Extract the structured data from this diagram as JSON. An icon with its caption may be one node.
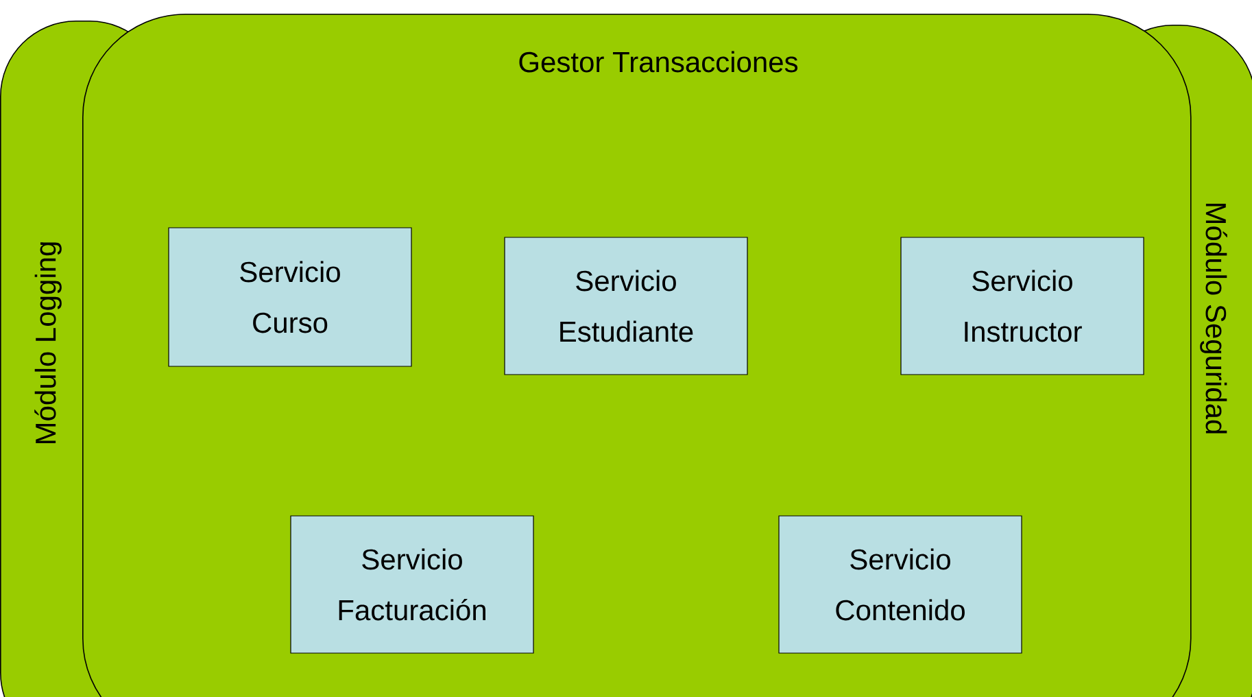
{
  "diagram": {
    "nodes": [
      {
        "text": [
          "Módulo Logging"
        ]
      },
      {
        "text": [
          "Gestor Transacciones"
        ]
      },
      {
        "text": [
          "Módulo Seguridad"
        ]
      },
      {
        "text": [
          "Servicio Curso"
        ],
        "in": 1
      },
      {
        "text": [
          "Servicio Estudiante"
        ],
        "in": 1
      },
      {
        "text": [
          "Servicio Instructor"
        ],
        "in": 1
      },
      {
        "text": [
          "Servicio Facturación"
        ],
        "in": 1
      },
      {
        "text": [
          "Servicio Contenido"
        ],
        "in": 1
      }
    ]
  }
}
